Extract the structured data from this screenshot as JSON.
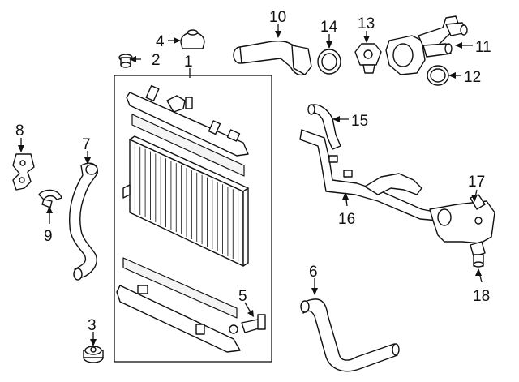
{
  "callouts": {
    "c1": "1",
    "c2": "2",
    "c3": "3",
    "c4": "4",
    "c5": "5",
    "c6": "6",
    "c7": "7",
    "c8": "8",
    "c9": "9",
    "c10": "10",
    "c11": "11",
    "c12": "12",
    "c13": "13",
    "c14": "14",
    "c15": "15",
    "c16": "16",
    "c17": "17",
    "c18": "18"
  },
  "colors": {
    "line": "#111111",
    "background": "#ffffff"
  }
}
